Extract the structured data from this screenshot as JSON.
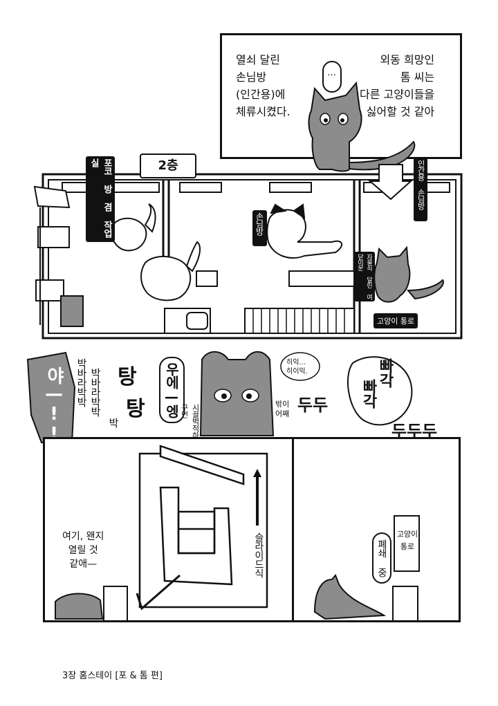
{
  "narration": {
    "left": "열쇠 달린\n손님방\n(인간용)에\n체류시켰다.",
    "right": "외동 희망인\n톰 씨는\n다른 고양이들을\n싫어할 것 같아",
    "speech": "…"
  },
  "floor_plan": {
    "floor_label": "2층",
    "room_poco": "포코 방 겸 작업실",
    "room_guest_human": "인간용 손님방",
    "room_guest": "손님방",
    "key_door": "자물쇠 달린 여닫이문",
    "cat_passage": "고양이 통로"
  },
  "sound_panel": {
    "yah": "야—!!",
    "bak1": "박바라박박",
    "bak2": "박바라박박",
    "bak3": "박",
    "tang1": "탕",
    "tang2": "탕",
    "ueng": "우에—엥",
    "noisy": "시끌벅적하구먼",
    "hiik": "히익…\n히이익.",
    "outside": "밖이\n어째",
    "dudu1": "두두",
    "ppa1": "빠각",
    "ppa2": "빠각",
    "dudu2": "두두두"
  },
  "door_panels": {
    "slide": "슬라이드식",
    "left_text": "여기, 왠지\n열릴 것\n같애—",
    "closed_label": "폐쇄 중",
    "sign": "고양이\n통로"
  },
  "footer": {
    "chapter": "3장  홈스테이 [포 & 톰 편]"
  },
  "colors": {
    "ink": "#111111",
    "cat_gray": "#8c8c8c",
    "paper": "#ffffff"
  }
}
